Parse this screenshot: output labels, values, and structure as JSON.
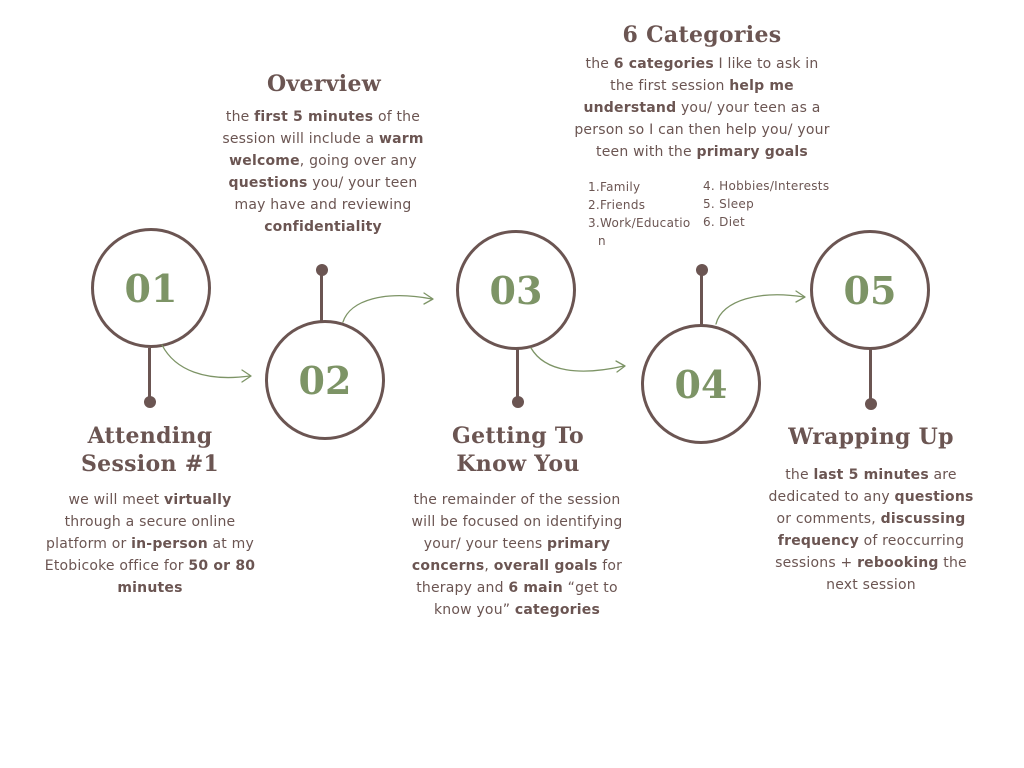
{
  "steps": [
    {
      "number": "01",
      "title_lines": [
        "Attending",
        "Session #1"
      ],
      "desc": [
        [
          {
            "t": "we will meet ",
            "b": false
          },
          {
            "t": "virtually",
            "b": true
          },
          {
            "t": " through a secure online platform or ",
            "b": false
          },
          {
            "t": "in-person",
            "b": true
          },
          {
            "t": " at my Etobicoke office for ",
            "b": false
          },
          {
            "t": "50 or 80 minutes",
            "b": true
          }
        ]
      ]
    },
    {
      "number": "02",
      "title_lines": [
        "Overview"
      ],
      "desc": [
        [
          {
            "t": "the ",
            "b": false
          },
          {
            "t": "first 5 minutes",
            "b": true
          },
          {
            "t": " of the session will include a ",
            "b": false
          },
          {
            "t": "warm welcome",
            "b": true
          },
          {
            "t": ", going over any ",
            "b": false
          },
          {
            "t": "questions",
            "b": true
          },
          {
            "t": " you/ your teen may have and reviewing ",
            "b": false
          },
          {
            "t": "confidentiality",
            "b": true
          }
        ]
      ]
    },
    {
      "number": "03",
      "title_lines": [
        "Getting To",
        "Know You"
      ],
      "desc": [
        [
          {
            "t": "the remainder of the session will be focused on identifying your/ your teens ",
            "b": false
          },
          {
            "t": "primary concerns",
            "b": true
          },
          {
            "t": ", ",
            "b": false
          },
          {
            "t": "overall goals",
            "b": true
          },
          {
            "t": " for therapy and ",
            "b": false
          },
          {
            "t": "6 main",
            "b": true
          },
          {
            "t": " “get to know you” ",
            "b": false
          },
          {
            "t": "categories",
            "b": true
          }
        ]
      ]
    },
    {
      "number": "04",
      "title_lines": [
        "6 Categories"
      ],
      "desc": [
        [
          {
            "t": "the ",
            "b": false
          },
          {
            "t": "6 categories",
            "b": true
          },
          {
            "t": " I like to ask in the first session ",
            "b": false
          },
          {
            "t": "help me understand",
            "b": true
          },
          {
            "t": " you/ your teen as a person so I can then help you/ your teen with the ",
            "b": false
          },
          {
            "t": "primary goals",
            "b": true
          }
        ]
      ],
      "list_left": [
        "1.Family",
        "2.Friends",
        "3.Work/Educatio",
        "n"
      ],
      "list_right": [
        "4. Hobbies/Interests",
        "5. Sleep",
        "6. Diet"
      ]
    },
    {
      "number": "05",
      "title_lines": [
        "Wrapping Up"
      ],
      "desc": [
        [
          {
            "t": "the ",
            "b": false
          },
          {
            "t": "last 5 minutes",
            "b": true
          },
          {
            "t": " are dedicated to any ",
            "b": false
          },
          {
            "t": "questions",
            "b": true
          },
          {
            "t": " or comments, ",
            "b": false
          },
          {
            "t": "discussing frequency",
            "b": true
          },
          {
            "t": " of reoccurring sessions + ",
            "b": false
          },
          {
            "t": "rebooking",
            "b": true
          },
          {
            "t": " the next session",
            "b": false
          }
        ]
      ]
    }
  ],
  "colors": {
    "brown": "#6b5552",
    "green": "#7d9466"
  },
  "icons": {
    "connector": "curved-arrow-icon"
  }
}
